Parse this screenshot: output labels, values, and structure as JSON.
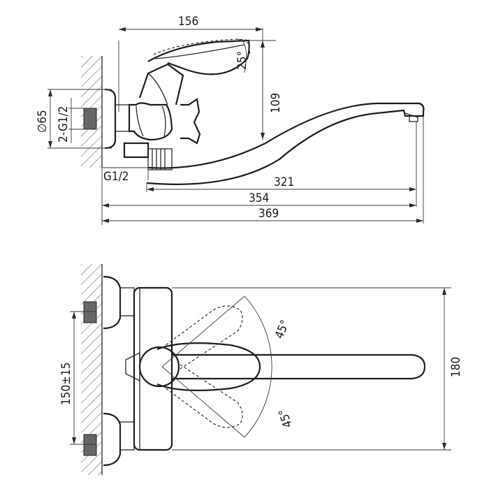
{
  "side_view": {
    "width_top": "156",
    "height_handle": "109",
    "wall_diameter": "∅65",
    "inlet_thread": "2-G1/2",
    "outlet_thread": "G1/2",
    "spout_reach_1": "321",
    "spout_reach_2": "354",
    "overall_length": "369",
    "handle_angle": "25°"
  },
  "top_view": {
    "center_distance": "150±15",
    "angle_upper": "45°",
    "angle_lower": "45°",
    "body_height": "180"
  }
}
